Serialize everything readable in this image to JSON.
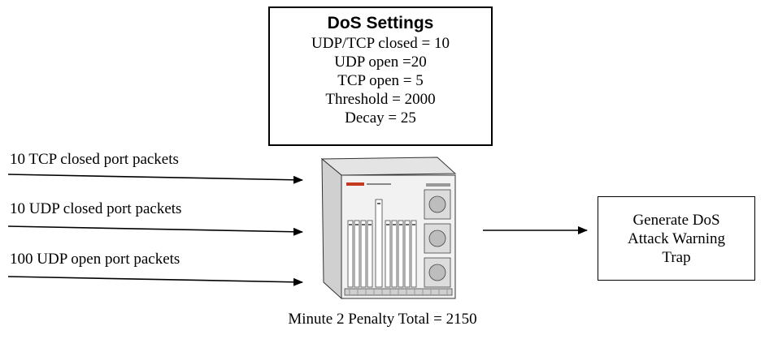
{
  "settings": {
    "title": "DoS Settings",
    "lines": [
      "UDP/TCP closed = 10",
      "UDP open =20",
      "TCP open = 5",
      "Threshold = 2000",
      "Decay = 25"
    ]
  },
  "inputs": [
    {
      "label": "10 TCP closed port packets"
    },
    {
      "label": "10 UDP closed port packets"
    },
    {
      "label": "100 UDP open port packets"
    }
  ],
  "trap": {
    "lines": [
      "Generate DoS",
      "Attack Warning",
      "Trap"
    ]
  },
  "penalty": "Minute 2 Penalty Total = 2150",
  "colors": {
    "line": "#000000",
    "chassis_face": "#f2f2f2",
    "chassis_side": "#d6d6d6"
  }
}
